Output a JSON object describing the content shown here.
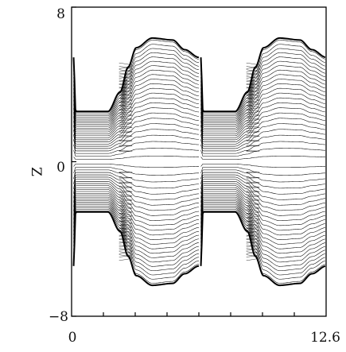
{
  "chart_data": {
    "type": "line",
    "title": "",
    "xlabel": "",
    "ylabel": "Z",
    "xlim": [
      0,
      12.6
    ],
    "ylim": [
      -8,
      8
    ],
    "x_ticks": [
      {
        "value": 0,
        "label": "0"
      },
      {
        "value": 12.6,
        "label": "12.6"
      }
    ],
    "y_ticks": [
      {
        "value": 8,
        "label": "8"
      },
      {
        "value": 0,
        "label": "0"
      },
      {
        "value": -8,
        "label": "−8"
      }
    ],
    "grid": false,
    "legend": "none",
    "line_color": "#000000",
    "background_color": "#ffffff",
    "period_x": 6.3,
    "curve_count": 48,
    "envelope": [
      {
        "x": 0.1,
        "z": 5.4
      },
      {
        "x": 0.2,
        "z": 2.6
      },
      {
        "x": 1.0,
        "z": 2.6
      },
      {
        "x": 1.8,
        "z": 2.6
      },
      {
        "x": 2.4,
        "z": 3.6
      },
      {
        "x": 2.8,
        "z": 4.9
      },
      {
        "x": 3.2,
        "z": 5.9
      },
      {
        "x": 4.0,
        "z": 6.4
      },
      {
        "x": 5.0,
        "z": 6.3
      },
      {
        "x": 5.6,
        "z": 5.8
      },
      {
        "x": 6.3,
        "z": 5.4
      }
    ]
  }
}
